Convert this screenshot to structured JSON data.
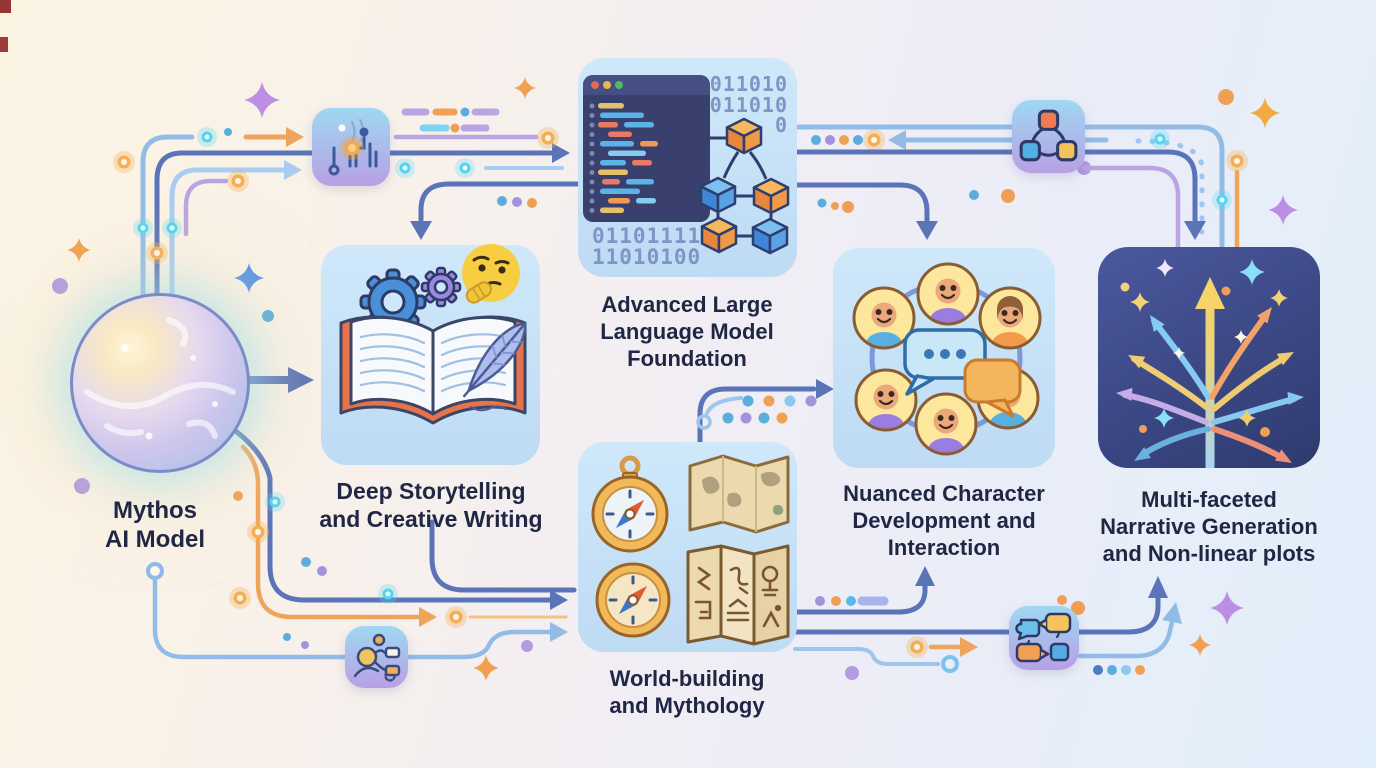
{
  "diagram": {
    "nodes": {
      "mythos": {
        "lines": [
          "Mythos",
          "AI Model"
        ]
      },
      "storytelling": {
        "lines": [
          "Deep Storytelling",
          "and Creative Writing"
        ]
      },
      "llm": {
        "lines": [
          "Advanced Large",
          "Language Model",
          "Foundation"
        ],
        "binary_top": [
          "011010",
          "011010",
          "0"
        ],
        "binary_bottom": [
          "01101111",
          "11010100"
        ]
      },
      "worldbuilding": {
        "lines": [
          "World-building",
          "and Mythology"
        ]
      },
      "characters": {
        "lines": [
          "Nuanced Character",
          "Development and",
          "Interaction"
        ]
      },
      "narrative": {
        "lines": [
          "Multi-faceted",
          "Narrative Generation",
          "and Non-linear plots"
        ]
      }
    },
    "icons": {
      "orb": "glowing-ai-orb",
      "circuit": "ai-circuit-icon",
      "network": "node-network-icon",
      "flow": "story-flow-icon",
      "dialog": "dialog-exchange-icon",
      "storytelling": "book-gears-quill-illustration",
      "llm": "code-editor-cube-network-illustration",
      "worldbuilding": "compass-map-scroll-illustration",
      "characters": "avatar-circle-chat-illustration",
      "narrative": "branching-arrows-illustration"
    },
    "colors": {
      "background_left": "#fbf4e3",
      "background_right": "#e1effa",
      "node_box": "#c8e4f7",
      "narrative_box_top": "#4b589e",
      "narrative_box_bottom": "#2e3a6e",
      "text": "#1f2744",
      "line_dark_blue": "#5b74b8",
      "line_light_blue": "#92bce6",
      "line_orange": "#efa45c",
      "line_purple": "#b9a5e2",
      "glow_cyan": "#54d4f0"
    }
  }
}
